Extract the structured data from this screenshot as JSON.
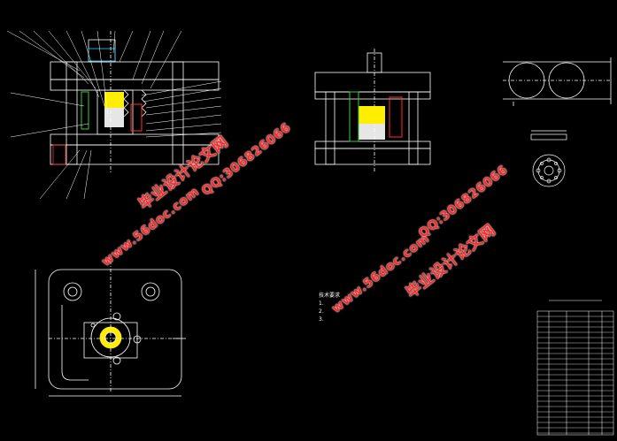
{
  "watermarks": {
    "site_name_cn": "毕业设计论文网",
    "url": "www.56doc.com",
    "qq": "QQ:306826066"
  },
  "tech_requirements": {
    "title": "技术要求",
    "items": [
      "1.",
      "2.",
      "3."
    ]
  },
  "detail_labels": {
    "part_view_label": "",
    "material": "",
    "thickness": "",
    "scale": ""
  },
  "colors": {
    "background": "#000000",
    "lines": "#ffffff",
    "hatch_red": "#ff3030",
    "hatch_yellow": "#ffee00",
    "hatch_green": "#33cc33",
    "hatch_cyan": "#33ccff",
    "watermark": "#ff2a2a"
  }
}
